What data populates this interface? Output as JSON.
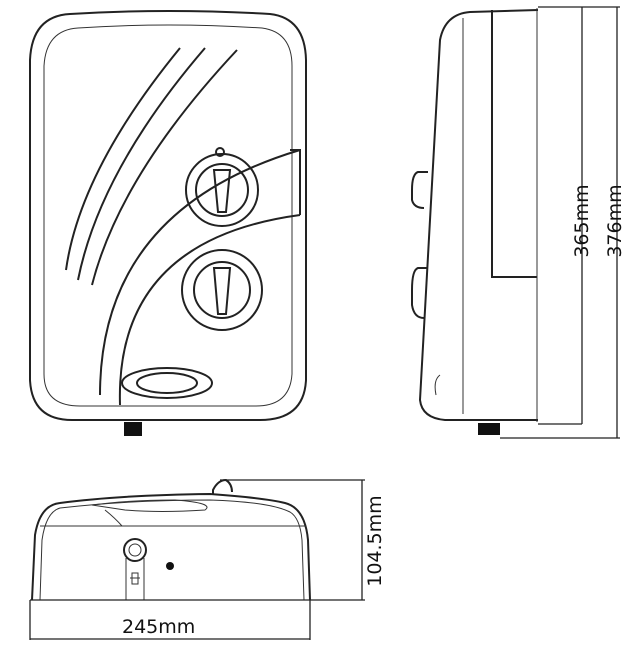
{
  "dimensions": {
    "inner_height": "365mm",
    "overall_height": "376mm",
    "depth": "104.5mm",
    "width": "245mm"
  },
  "colors": {
    "line": "#222222",
    "background": "#ffffff"
  }
}
